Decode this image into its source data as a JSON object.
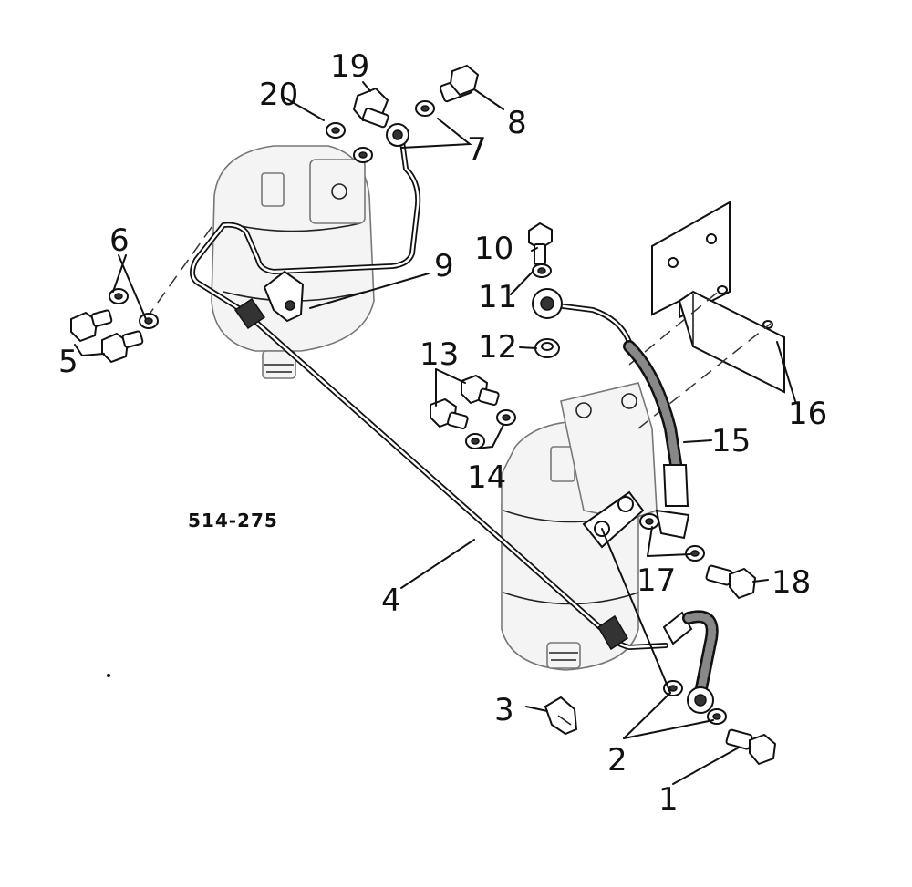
{
  "diagram": {
    "figure_code": "514-275",
    "callouts": [
      {
        "id": "callout-1",
        "label": "1"
      },
      {
        "id": "callout-2",
        "label": "2"
      },
      {
        "id": "callout-3",
        "label": "3"
      },
      {
        "id": "callout-4",
        "label": "4"
      },
      {
        "id": "callout-5",
        "label": "5"
      },
      {
        "id": "callout-6",
        "label": "6"
      },
      {
        "id": "callout-7",
        "label": "7"
      },
      {
        "id": "callout-8",
        "label": "8"
      },
      {
        "id": "callout-9",
        "label": "9"
      },
      {
        "id": "callout-10",
        "label": "10"
      },
      {
        "id": "callout-11",
        "label": "11"
      },
      {
        "id": "callout-12",
        "label": "12"
      },
      {
        "id": "callout-13",
        "label": "13"
      },
      {
        "id": "callout-14",
        "label": "14"
      },
      {
        "id": "callout-15",
        "label": "15"
      },
      {
        "id": "callout-16",
        "label": "16"
      },
      {
        "id": "callout-17",
        "label": "17"
      },
      {
        "id": "callout-18",
        "label": "18"
      },
      {
        "id": "callout-19",
        "label": "19"
      },
      {
        "id": "callout-20",
        "label": "20"
      }
    ]
  }
}
